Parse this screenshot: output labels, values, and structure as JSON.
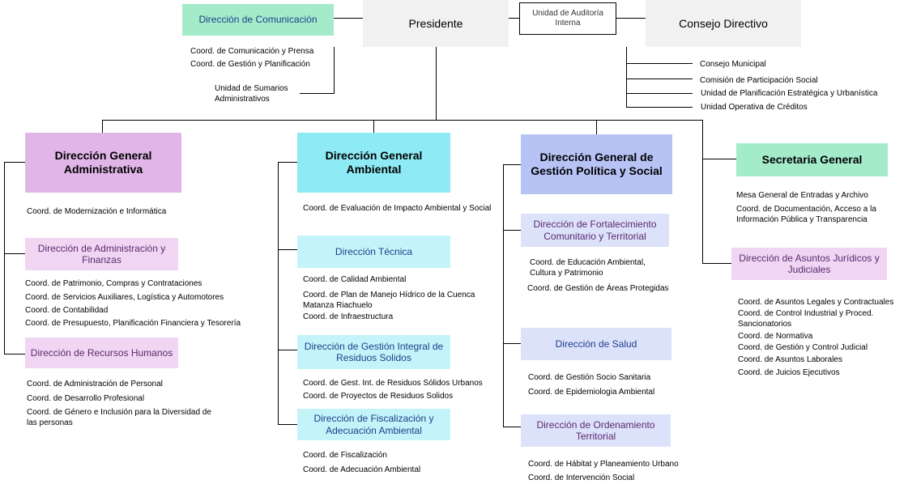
{
  "top": {
    "presidente": "Presidente",
    "comunicacion": "Dirección de Comunicación",
    "auditoria": "Unidad de Auditoría Interna",
    "consejo": "Consejo Directivo",
    "comunicacion_items": [
      "Coord. de Comunicación y Prensa",
      "Coord. de Gestión y Planificación"
    ],
    "sumarios": "Unidad de Sumarios Administrativos",
    "consejo_items": [
      "Consejo Municipal",
      "Comisión de Participación Social",
      "Unidad de Planificación Estratégica y Urbanística",
      "Unidad Operativa de Créditos"
    ]
  },
  "col1": {
    "title": "Dirección General Administrativa",
    "item_main": "Coord. de Modernización e Informática",
    "sub1": "Dirección de Administración y Finanzas",
    "sub1_items": [
      "Coord. de Patrimonio, Compras y Contrataciones",
      "Coord. de Servicios Auxiliares, Logística y Automotores",
      "Coord. de Contabilidad",
      "Coord. de Presupuesto, Planificación Financiera y Tesorería"
    ],
    "sub2": "Dirección de Recursos Humanos",
    "sub2_items": [
      "Coord. de Administración de Personal",
      "Coord. de Desarrollo Profesional",
      "Coord. de Género e Inclusión para la Diversidad de las personas"
    ]
  },
  "col2": {
    "title": "Dirección General Ambiental",
    "item_main": "Coord. de Evaluación de Impacto Ambiental y Social",
    "sub1": "Dirección Técnica",
    "sub1_items": [
      "Coord. de Calidad Ambiental",
      "Coord. de Plan de Manejo Hídrico de la Cuenca Matanza Riachuelo",
      "Coord. de Infraestructura"
    ],
    "sub2": "Dirección de Gestión Integral de Residuos Solidos",
    "sub2_items": [
      "Coord. de Gest. Int. de Residuos Sólidos Urbanos",
      "Coord. de Proyectos de Residuos Solidos"
    ],
    "sub3": "Dirección de Fiscalización y Adecuación Ambiental",
    "sub3_items": [
      "Coord. de Fiscalización",
      "Coord. de Adecuación Ambiental"
    ]
  },
  "col3": {
    "title": "Dirección General de Gestión Política y Social",
    "sub1": "Dirección de Fortalecimiento Comunitario y Territorial",
    "sub1_items": [
      "Coord. de Educación Ambiental, Cultura y Patrimonio",
      "Coord. de Gestión de Áreas Protegidas"
    ],
    "sub2": "Dirección de Salud",
    "sub2_items": [
      "Coord. de Gestión Socio Sanitaria",
      "Coord. de Epidemiologia Ambiental"
    ],
    "sub3": "Dirección de Ordenamiento Territorial",
    "sub3_items": [
      "Coord. de Hábitat y Planeamiento Urbano",
      "Coord. de Intervención Social"
    ]
  },
  "col4": {
    "title": "Secretaria General",
    "items": [
      "Mesa General de Entradas y Archivo",
      "Coord. de Documentación, Acceso a la Información Pública y Transparencia"
    ],
    "sub1": "Dirección de Asuntos Jurídicos y Judiciales",
    "sub1_items": [
      "Coord. de Asuntos Legales y Contractuales",
      "Coord. de Control Industrial y Proced. Sancionatorios",
      "Coord. de Normativa",
      "Coord. de Gestión y Control Judicial",
      "Coord. de Asuntos Laborales",
      "Coord. de Juicios Ejecutivos"
    ]
  }
}
